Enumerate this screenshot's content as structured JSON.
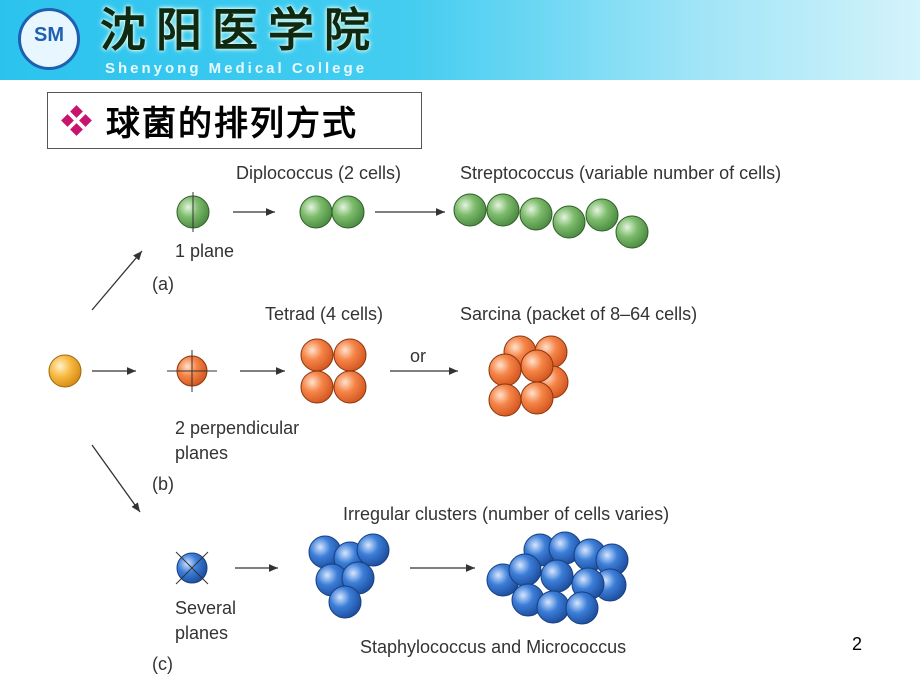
{
  "header": {
    "logo_text": "SM",
    "school_name_cn": "沈阳医学院",
    "school_name_en": "Shenyong Medical College"
  },
  "slide": {
    "title": "球菌的排列方式",
    "page_number": "2"
  },
  "diagram": {
    "a": {
      "tag": "(a)",
      "plane": "1 plane",
      "diplo": "Diplococcus (2 cells)",
      "strepto": "Streptococcus (variable number of cells)"
    },
    "b": {
      "tag": "(b)",
      "plane_1": "2 perpendicular",
      "plane_2": "planes",
      "tetrad": "Tetrad (4 cells)",
      "or": "or",
      "sarcina": "Sarcina (packet of 8–64 cells)"
    },
    "c": {
      "tag": "(c)",
      "plane_1": "Several",
      "plane_2": "planes",
      "irregular": "Irregular clusters (number of cells varies)",
      "staph": "Staphylococcus and Micrococcus"
    }
  },
  "colors": {
    "green": "#6aae5e",
    "orange": "#f07a3a",
    "yellow": "#f5b43a",
    "blue": "#2f6fc8",
    "accent": "#c8146e"
  }
}
